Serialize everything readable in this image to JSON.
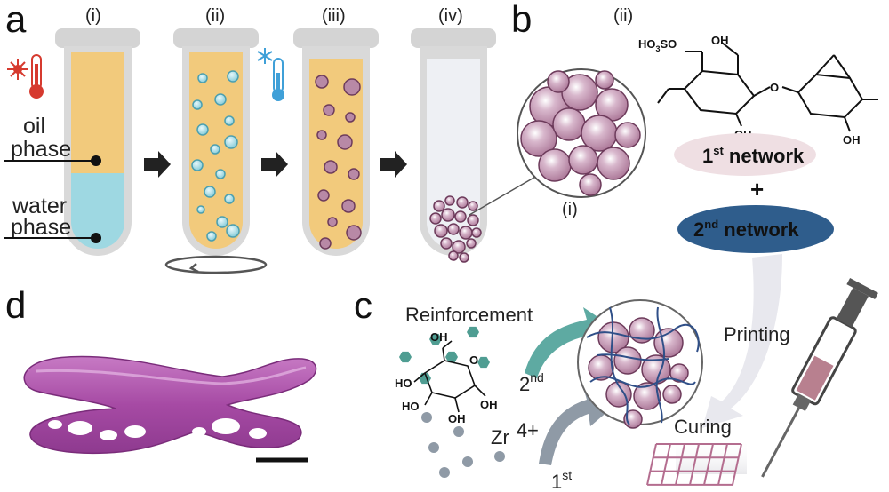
{
  "panels": {
    "a": "a",
    "b": "b",
    "c": "c",
    "d": "d"
  },
  "tubes": {
    "i": "(i)",
    "ii": "(ii)",
    "iii": "(iii)",
    "iv": "(iv)"
  },
  "phases": {
    "oil_1": "oil",
    "oil_2": "phase",
    "water_1": "water",
    "water_2": "phase"
  },
  "b_labels": {
    "sub_i": "(i)",
    "sub_ii": "(ii)"
  },
  "chem": {
    "so3": "HO",
    "so3_sub": "3",
    "so3_tail": "SO",
    "oh": "OH"
  },
  "networks": {
    "first_num": "1",
    "first_sup": "st",
    "first_text": " network",
    "plus": "+",
    "second_num": "2",
    "second_sup": "nd",
    "second_text": " network"
  },
  "c_labels": {
    "reinforcement": "Reinforcement",
    "zr": "Zr",
    "zr_charge": "4+",
    "second": "2",
    "second_sup": "nd",
    "first": "1",
    "first_sup": "st",
    "printing": "Printing",
    "curing": "Curing"
  },
  "colors": {
    "oil": "#f2ca7c",
    "water": "#9ed8e2",
    "bead": "#b889a6",
    "bead_stroke": "#6d3b5b",
    "net1": "#efdfe3",
    "net2": "#2f5d8c",
    "arrow_teal": "#5eaaa2",
    "arrow_gray": "#8f9aa6",
    "tube_gray": "#cfcfcf",
    "scaffold": "#a34aa0"
  }
}
